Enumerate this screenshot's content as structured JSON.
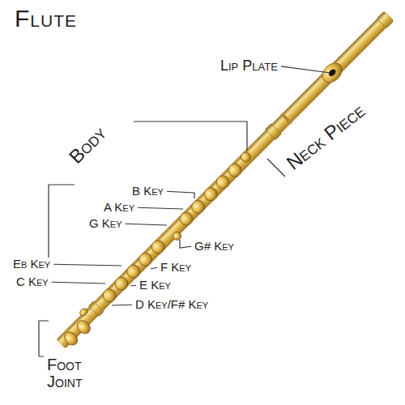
{
  "diagram": {
    "title": "Flute",
    "labels": [
      "Lip Plate",
      "Body",
      "Neck Piece",
      "B Key",
      "A Key",
      "G Key",
      "G# Key",
      "Eb Key",
      "C Key",
      "F Key",
      "E Key",
      "D Key/F# Key",
      "Foot Joint"
    ]
  }
}
